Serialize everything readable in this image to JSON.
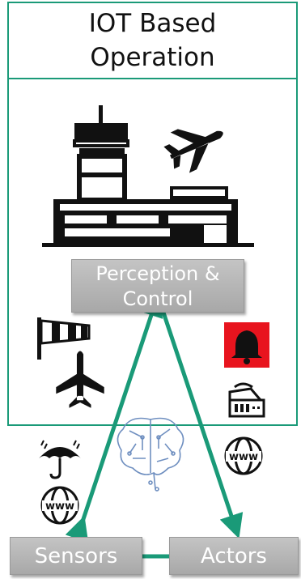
{
  "title": {
    "line1": "IOT Based",
    "line2": "Operation"
  },
  "nodes": {
    "perception_line1": "Perception &",
    "perception_line2": "Control",
    "sensors": "Sensors",
    "actors": "Actors"
  },
  "colors": {
    "border": "#1a9a78",
    "arrow": "#1a9a78",
    "box_fill": "#b3b3b3",
    "box_text": "#ffffff",
    "alarm_bg": "#e8141e"
  },
  "icons": [
    "airport-tower-icon",
    "airplane-icon",
    "windsock-icon",
    "airplane-small-icon",
    "alarm-bell-icon",
    "control-panel-icon",
    "brain-circuit-icon",
    "umbrella-rain-icon",
    "globe-www-icon"
  ],
  "globe_label": "www"
}
